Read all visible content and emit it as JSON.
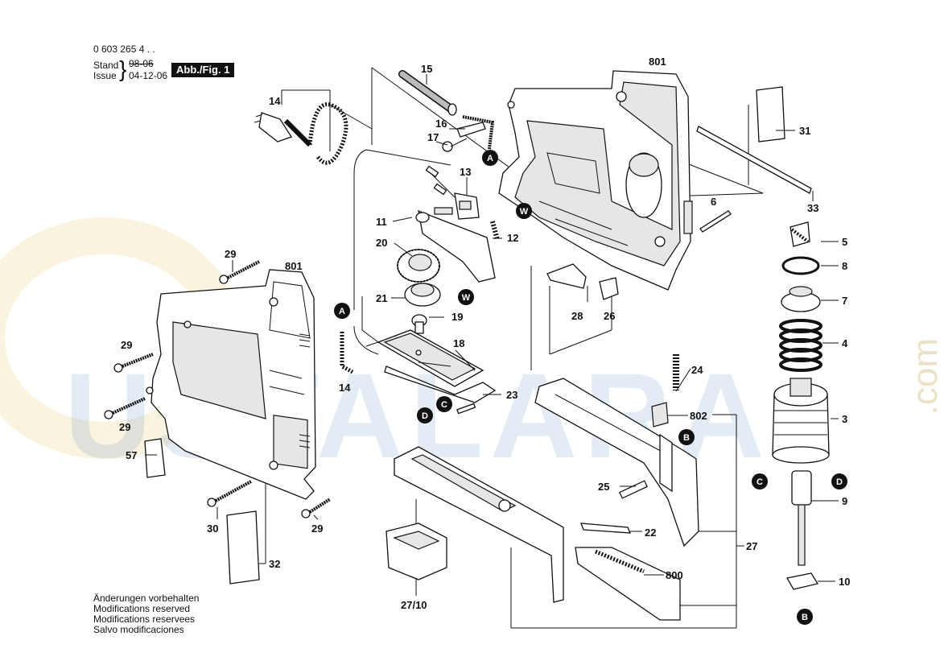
{
  "header": {
    "part_number": "0 603 265 4 . .",
    "stand_label": "Stand",
    "stand_date": "98-06",
    "issue_label": "Issue",
    "issue_date": "04-12-06",
    "figure_label": "Abb./Fig. 1"
  },
  "footer": {
    "lines": [
      "Änderungen vorbehalten",
      "Modifications reserved",
      "Modifications reservees",
      "Salvo modificaciones"
    ]
  },
  "watermark": {
    "text": "USTALARA",
    "suffix": ".com"
  },
  "part_labels": {
    "p15": "15",
    "p14a": "14",
    "p16": "16",
    "p17": "17",
    "p13": "13",
    "p11": "11",
    "p12": "12",
    "p20": "20",
    "p21": "21",
    "p19": "19",
    "p18": "18",
    "p23": "23",
    "p14b": "14",
    "p801a": "801",
    "p801b": "801",
    "p31": "31",
    "p33": "33",
    "p6": "6",
    "p28": "28",
    "p26": "26",
    "p24": "24",
    "p802": "802",
    "p25": "25",
    "p22": "22",
    "p800": "800",
    "p27": "27",
    "p2710": "27/10",
    "p29a": "29",
    "p29b": "29",
    "p29c": "29",
    "p29d": "29",
    "p30": "30",
    "p32": "32",
    "p57": "57",
    "p5": "5",
    "p8": "8",
    "p7": "7",
    "p4": "4",
    "p3": "3",
    "p9": "9",
    "p10": "10"
  },
  "connectors": {
    "A": "A",
    "W": "W",
    "B": "B",
    "C": "C",
    "D": "D"
  },
  "colors": {
    "ink": "#111111",
    "watermark_blue": "#3c78b9",
    "watermark_gold": "#f0d796"
  }
}
